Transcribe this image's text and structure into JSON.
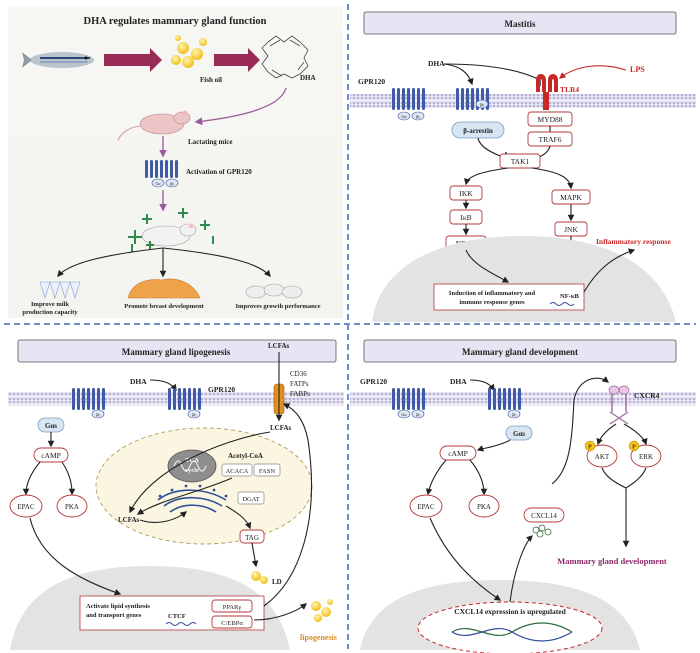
{
  "panels": {
    "tl": {
      "title": "DHA regulates mammary gland function",
      "fish_oil": "Fish oil",
      "dha": "DHA",
      "lactating": "Lactating mice",
      "activation": "Activation of GPR120",
      "milk1": "Improve milk",
      "milk2": "production capacity",
      "breast": "Promote breast development",
      "growth": "Improves growth performance"
    },
    "tr": {
      "title": "Mastitis",
      "dha": "DHA",
      "lps": "LPS",
      "gpr120": "GPR120",
      "tlr4": "TLR4",
      "myd88": "MYD88",
      "traf6": "TRAF6",
      "barrestin": "β-arrestin",
      "tak1": "TAK1",
      "ikk": "IKK",
      "ikb": "IκB",
      "nfkb": "NF-κB",
      "mapk": "MAPK",
      "jnk": "JNK",
      "inflam": "Inflammatory response",
      "induction1": "Induction of inflammatory and",
      "induction2": "immune response genes",
      "nfkb_nuc": "NF-κB"
    },
    "bl": {
      "title": "Mammary gland lipogenesis",
      "dha": "DHA",
      "gpr120": "GPR120",
      "lcfas_top": "LCFAs",
      "cd36": "CD36",
      "fatps": "FATPs",
      "fabps": "FABPs",
      "lcfas_in": "LCFAs",
      "galpha": "Gαs",
      "camp": "cAMP",
      "epac": "EPAC",
      "pka": "PKA",
      "tca1": "TCA",
      "tca2": "cycle",
      "acetyl": "Acetyl-CoA",
      "acaca": "ACACA",
      "fasn": "FASN",
      "lcfas_cell": "LCFAs",
      "dgat": "DGAT",
      "tag": "TAG",
      "ld": "LD",
      "activate1": "Activate lipid synthesis",
      "activate2": "and transport genes",
      "ctcf": "CTCF",
      "ppar": "PPARγ",
      "cebp": "C/EBPα",
      "lipogenesis": "lipogenesis"
    },
    "br": {
      "title": "Mammary gland development",
      "dha": "DHA",
      "gpr120": "GPR120",
      "cxcr4": "CXCR4",
      "galpha": "Gαs",
      "camp": "cAMP",
      "epac": "EPAC",
      "pka": "PKA",
      "cxcl14": "CXCL14",
      "akt": "AKT",
      "erk": "ERK",
      "p": "P",
      "development": "Mammary gland development",
      "expression": "CXCL14 expression is upregulated"
    }
  },
  "receptor_sub": {
    "ga": "Gα",
    "bg": "βγ"
  },
  "colors": {
    "divider": "#6f8fc4",
    "title_fill": "#e9e4f3",
    "membrane": "#cbc6de",
    "receptor": "#3f5aa6",
    "node_stroke": "#b23a3a",
    "accent_red": "#c62828",
    "purple_text": "#8e2a6a",
    "orange_text": "#e08a1a",
    "nucleus": "#e3e3e3",
    "mito": "#7d7d7d",
    "er": "#2f4f9a",
    "oil": "#f4c21c"
  }
}
